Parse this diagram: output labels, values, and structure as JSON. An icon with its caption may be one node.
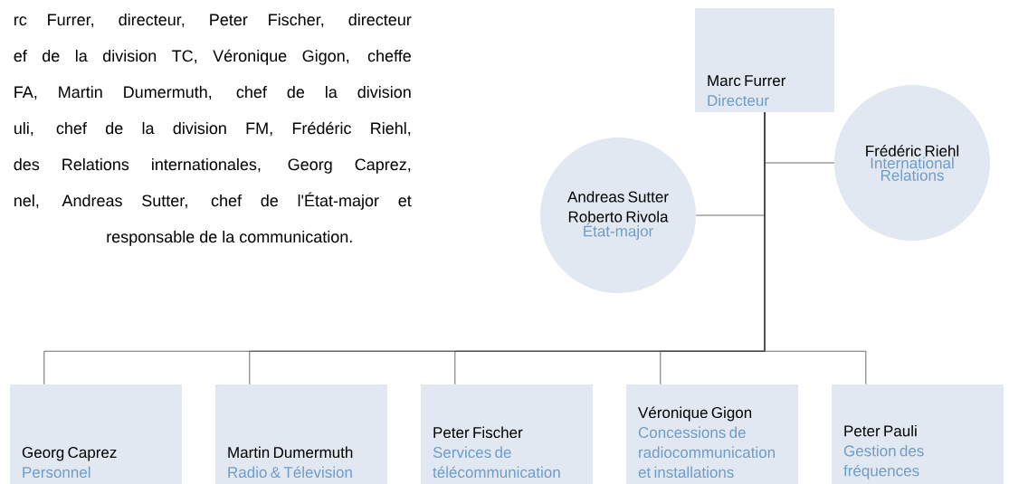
{
  "diagram": {
    "nodes": [
      {
        "text": [
          "Marc Furrer",
          "Directeur"
        ]
      },
      {
        "text": [
          "Frédéric Riehl",
          "International Relations"
        ]
      },
      {
        "text": [
          "Andreas Sutter",
          "Roberto Rivola",
          "État-major"
        ]
      },
      {
        "text": [
          "Georg Caprez",
          "Personnel"
        ]
      },
      {
        "text": [
          "Martin Dumermuth",
          "Radio & Télevision"
        ]
      },
      {
        "text": [
          "Peter Fischer",
          "Services de télécommunication"
        ]
      },
      {
        "text": [
          "Véronique Gigon",
          "Concessions de radiocommunication et installations"
        ]
      },
      {
        "text": [
          "Peter Pauli",
          "Gestion des fréquences"
        ]
      }
    ],
    "edges": [
      {
        "from": 0,
        "to": 1,
        "arrow": "none"
      },
      {
        "from": 0,
        "to": 2,
        "arrow": "none"
      },
      {
        "from": 0,
        "to": 3,
        "arrow": "none"
      },
      {
        "from": 0,
        "to": 4,
        "arrow": "none"
      },
      {
        "from": 0,
        "to": 5,
        "arrow": "none"
      },
      {
        "from": 0,
        "to": 6,
        "arrow": "none"
      },
      {
        "from": 0,
        "to": 7,
        "arrow": "none"
      }
    ],
    "labels": [
      "rc Furrer, directeur, Peter Fischer, directeur",
      "ef de la division TC, Véronique Gigon, cheffe",
      "FA, Martin Dumermuth, chef de la division",
      "uli, chef de la division FM, Frédéric Riehl,",
      "des Relations internationales, Georg Caprez,",
      "nel, Andreas Sutter, chef de l'État-major et",
      "responsable de la communication."
    ]
  }
}
